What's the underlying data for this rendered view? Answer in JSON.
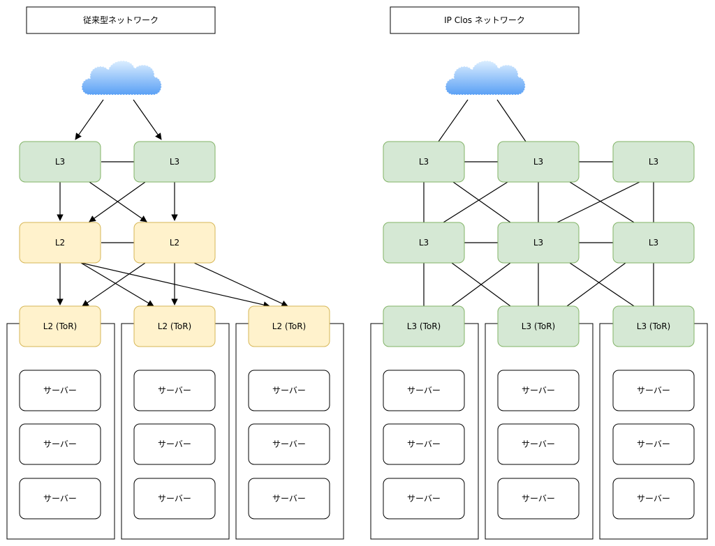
{
  "left": {
    "title": "従来型ネットワーク",
    "core": [
      "L3",
      "L3"
    ],
    "aggregation": [
      "L2",
      "L2"
    ],
    "tor": [
      "L2 (ToR)",
      "L2 (ToR)",
      "L2 (ToR)"
    ],
    "server_label": "サーバー"
  },
  "right": {
    "title": "IP Clos ネットワーク",
    "spine": [
      "L3",
      "L3",
      "L3"
    ],
    "leaf": [
      "L3",
      "L3",
      "L3"
    ],
    "tor": [
      "L3 (ToR)",
      "L3 (ToR)",
      "L3 (ToR)"
    ],
    "server_label": "サーバー"
  },
  "colors": {
    "l3_fill": "#d5e8d4",
    "l3_stroke": "#82b366",
    "l2_fill": "#fff2cc",
    "l2_stroke": "#d6b656",
    "cloud_light": "#dbeeff",
    "cloud_dark": "#5aa0f5"
  },
  "icons": {
    "internet": "cloud-icon"
  }
}
